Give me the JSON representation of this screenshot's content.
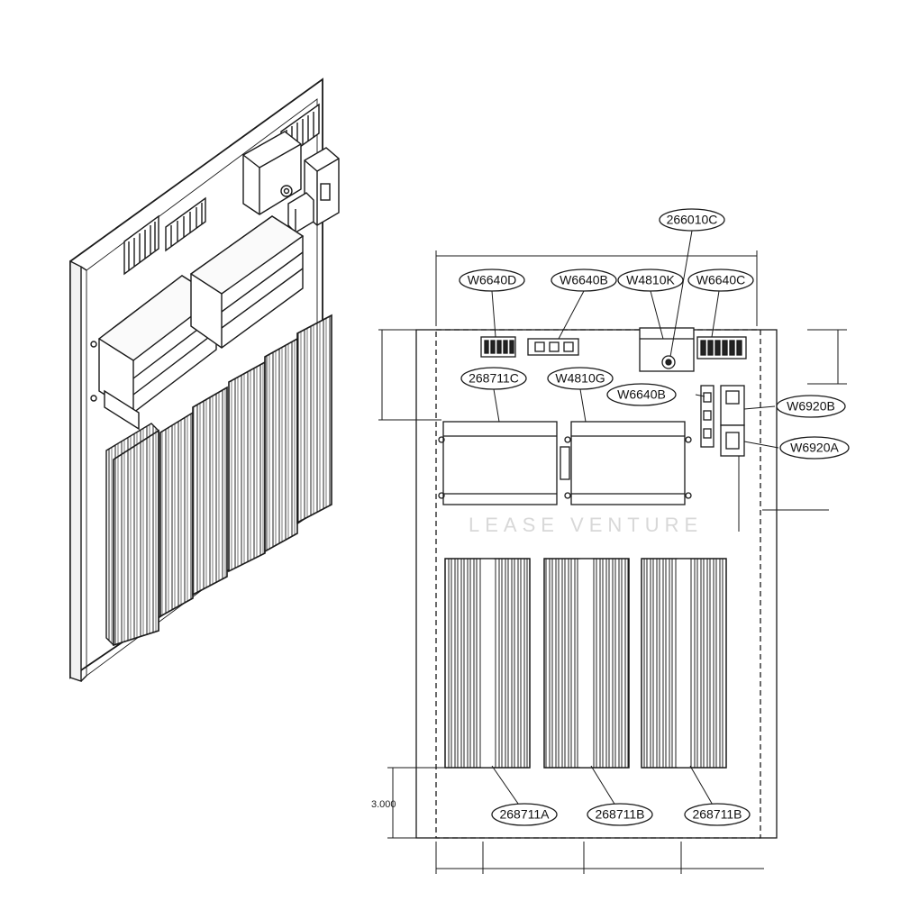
{
  "diagram": {
    "callouts": {
      "c266010C": "266010C",
      "cW6640D": "W6640D",
      "cW6640B_top": "W6640B",
      "cW4810K": "W4810K",
      "cW6640C": "W6640C",
      "c268711C": "268711C",
      "cW4810G": "W4810G",
      "cW6640B_right": "W6640B",
      "cW6920B": "W6920B",
      "cW6920A": "W6920A",
      "c268711A": "268711A",
      "c268711B_1": "268711B",
      "c268711B_2": "268711B"
    },
    "dimension_value": "3.000",
    "watermark": "LEASE VENTURE"
  },
  "colors": {
    "line": "#1a1a1a",
    "background": "#ffffff",
    "watermark": "#d8d8d8"
  }
}
